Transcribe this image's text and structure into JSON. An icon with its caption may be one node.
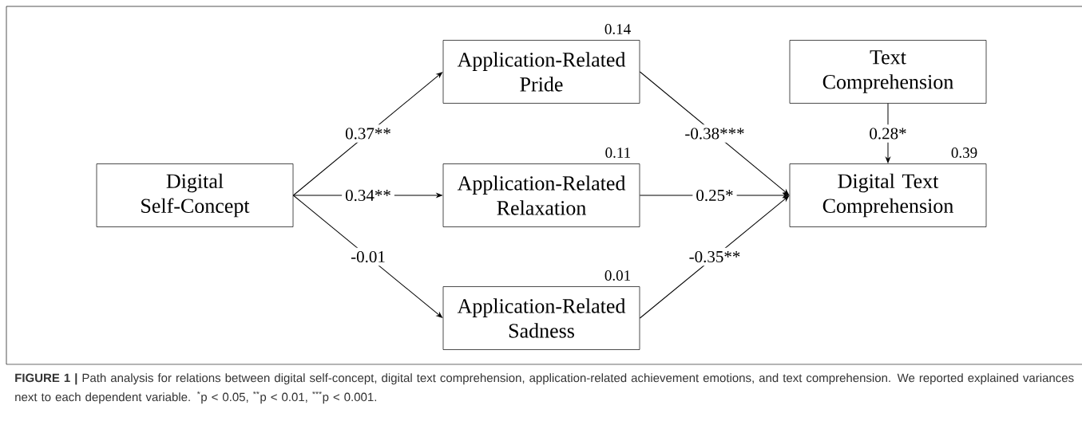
{
  "diagram": {
    "caption": "**FIGURE 1 |** Path analysis for relations between digital self-concept, digital text comprehension, application-related achievement emotions, and text comprehension. We reported explained variances next to each dependent variable. $^{*}$p < 0.05, $^{**}$p < 0.01, $^{***}$p < 0.001.",
    "nodes": [
      {
        "text": [
          "Digital Self-Concept"
        ]
      },
      {
        "text": [
          "Application-Related Pride"
        ],
        "beside": [
          "0.14"
        ]
      },
      {
        "text": [
          "Application-Related Relaxation"
        ],
        "beside": [
          "0.11"
        ]
      },
      {
        "text": [
          "Application-Related Sadness"
        ],
        "beside": [
          "0.01"
        ]
      },
      {
        "text": [
          "Text Comprehension"
        ]
      },
      {
        "text": [
          "Digital Text Comprehension"
        ],
        "beside": [
          "0.39"
        ]
      }
    ],
    "edges": [
      {
        "from": 0,
        "to": 1,
        "arrow": "to",
        "label": "0.37**"
      },
      {
        "from": 0,
        "to": 2,
        "arrow": "to",
        "label": "0.34**"
      },
      {
        "from": 0,
        "to": 3,
        "arrow": "to",
        "label": "-0.01"
      },
      {
        "from": 1,
        "to": 5,
        "arrow": "to",
        "label": "-0.38***"
      },
      {
        "from": 2,
        "to": 5,
        "arrow": "to",
        "label": "0.25*"
      },
      {
        "from": 3,
        "to": 5,
        "arrow": "to",
        "label": "-0.35**"
      },
      {
        "from": 4,
        "to": 5,
        "arrow": "to",
        "label": "0.28*"
      }
    ]
  }
}
